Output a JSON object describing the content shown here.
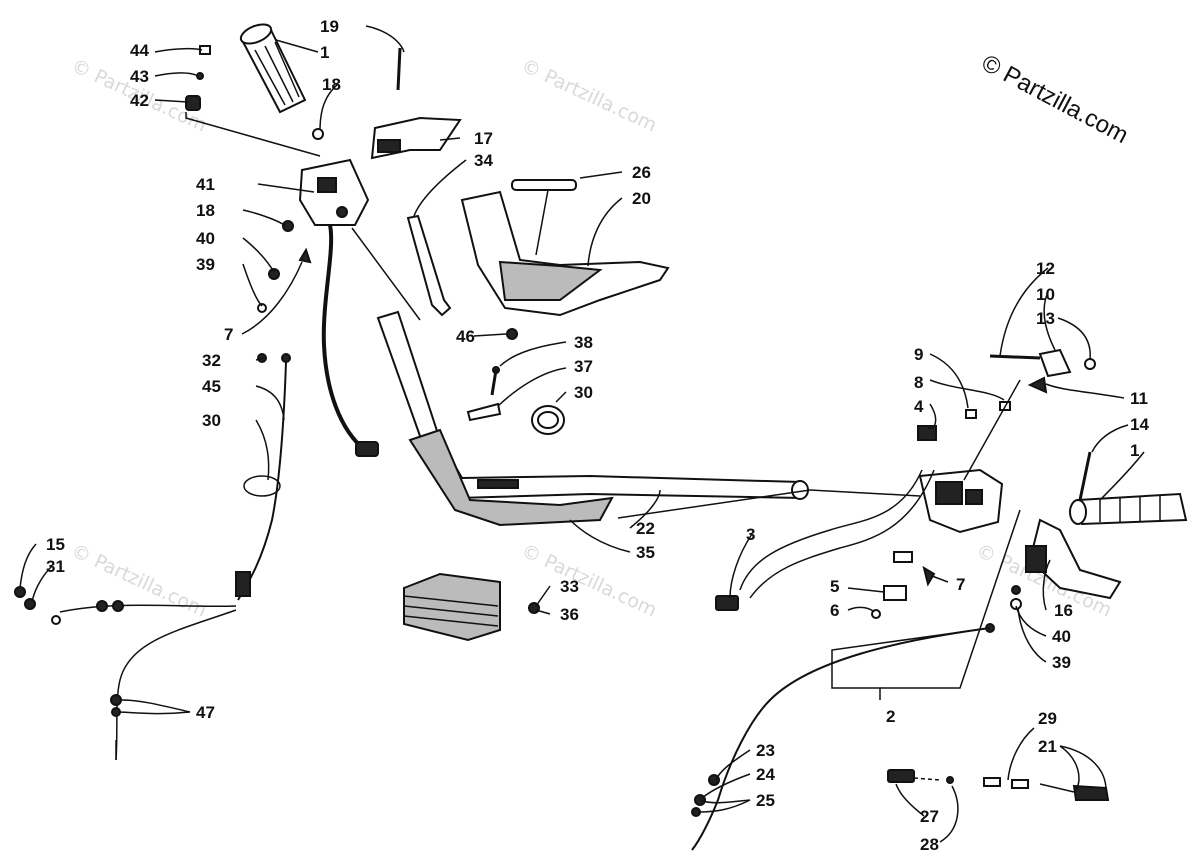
{
  "copyright": "© Partzilla.com",
  "watermark": "© Partzilla.com",
  "labels": {
    "l1a": "1",
    "l1b": "1",
    "l2": "2",
    "l3": "3",
    "l4": "4",
    "l5": "5",
    "l6": "6",
    "l7a": "7",
    "l7b": "7",
    "l8": "8",
    "l9": "9",
    "l10": "10",
    "l11": "11",
    "l12": "12",
    "l13": "13",
    "l14": "14",
    "l15": "15",
    "l16": "16",
    "l17": "17",
    "l18a": "18",
    "l18b": "18",
    "l19": "19",
    "l20": "20",
    "l21": "21",
    "l22": "22",
    "l23": "23",
    "l24": "24",
    "l25": "25",
    "l26": "26",
    "l27": "27",
    "l28": "28",
    "l29": "29",
    "l30a": "30",
    "l30b": "30",
    "l31": "31",
    "l32": "32",
    "l33": "33",
    "l34": "34",
    "l35": "35",
    "l36": "36",
    "l37": "37",
    "l38": "38",
    "l39a": "39",
    "l39b": "39",
    "l40a": "40",
    "l40b": "40",
    "l41": "41",
    "l42": "42",
    "l43": "43",
    "l44": "44",
    "l45": "45",
    "l46": "46",
    "l47": "47"
  }
}
